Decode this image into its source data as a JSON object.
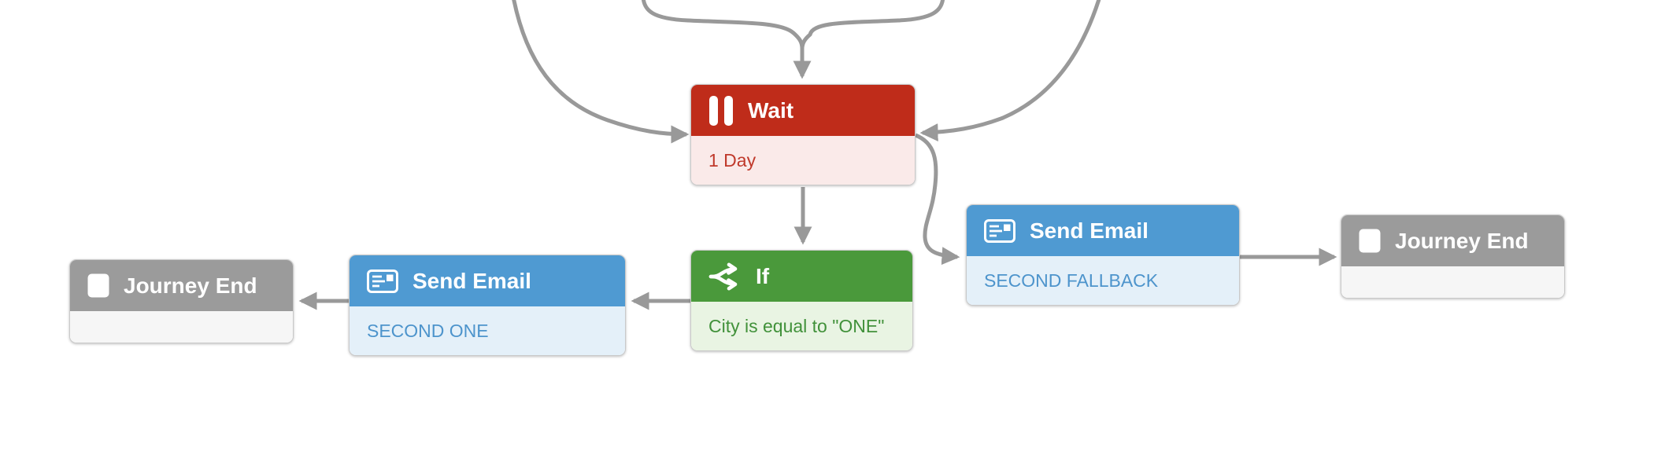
{
  "canvas": {
    "background_color": "#ffffff",
    "connector_color": "#999999"
  },
  "nodes": {
    "wait": {
      "type": "Wait",
      "title": "Wait",
      "subtitle": "1 Day",
      "icon": "pause-icon",
      "header_color": "#bf2c1a",
      "body_color": "#faeae9",
      "subtitle_color": "#c0392b"
    },
    "decision_if": {
      "type": "If",
      "title": "If",
      "subtitle": "City is equal to \"ONE\"",
      "icon": "decision-split-icon",
      "header_color": "#4a993b",
      "body_color": "#e9f4e3",
      "subtitle_color": "#41913a"
    },
    "send_email_one": {
      "type": "Send Email",
      "title": "Send Email",
      "subtitle": "SECOND ONE",
      "icon": "email-icon",
      "header_color": "#4f9ad2",
      "body_color": "#e4f0f9",
      "subtitle_color": "#4d94cc"
    },
    "send_email_fallback": {
      "type": "Send Email",
      "title": "Send Email",
      "subtitle": "SECOND FALLBACK",
      "icon": "email-icon",
      "header_color": "#4f9ad2",
      "body_color": "#e4f0f9",
      "subtitle_color": "#4d94cc"
    },
    "journey_end_left": {
      "type": "Journey End",
      "title": "Journey End",
      "subtitle": "",
      "icon": "stop-icon",
      "header_color": "#9b9b9b",
      "body_color": "#f6f6f6"
    },
    "journey_end_right": {
      "type": "Journey End",
      "title": "Journey End",
      "subtitle": "",
      "icon": "stop-icon",
      "header_color": "#9b9b9b",
      "body_color": "#f6f6f6"
    }
  },
  "connections": [
    {
      "from": "offscreen-top-1",
      "to": "wait:left"
    },
    {
      "from": "offscreen-top-2",
      "to": "wait:top"
    },
    {
      "from": "offscreen-top-3",
      "to": "wait:top"
    },
    {
      "from": "offscreen-top-4",
      "to": "wait:right"
    },
    {
      "from": "wait:bottom",
      "to": "decision_if:top"
    },
    {
      "from": "wait:right",
      "to": "send_email_fallback:left"
    },
    {
      "from": "decision_if:left",
      "to": "send_email_one:right"
    },
    {
      "from": "send_email_one:left",
      "to": "journey_end_left:right"
    },
    {
      "from": "send_email_fallback:right",
      "to": "journey_end_right:left"
    }
  ]
}
